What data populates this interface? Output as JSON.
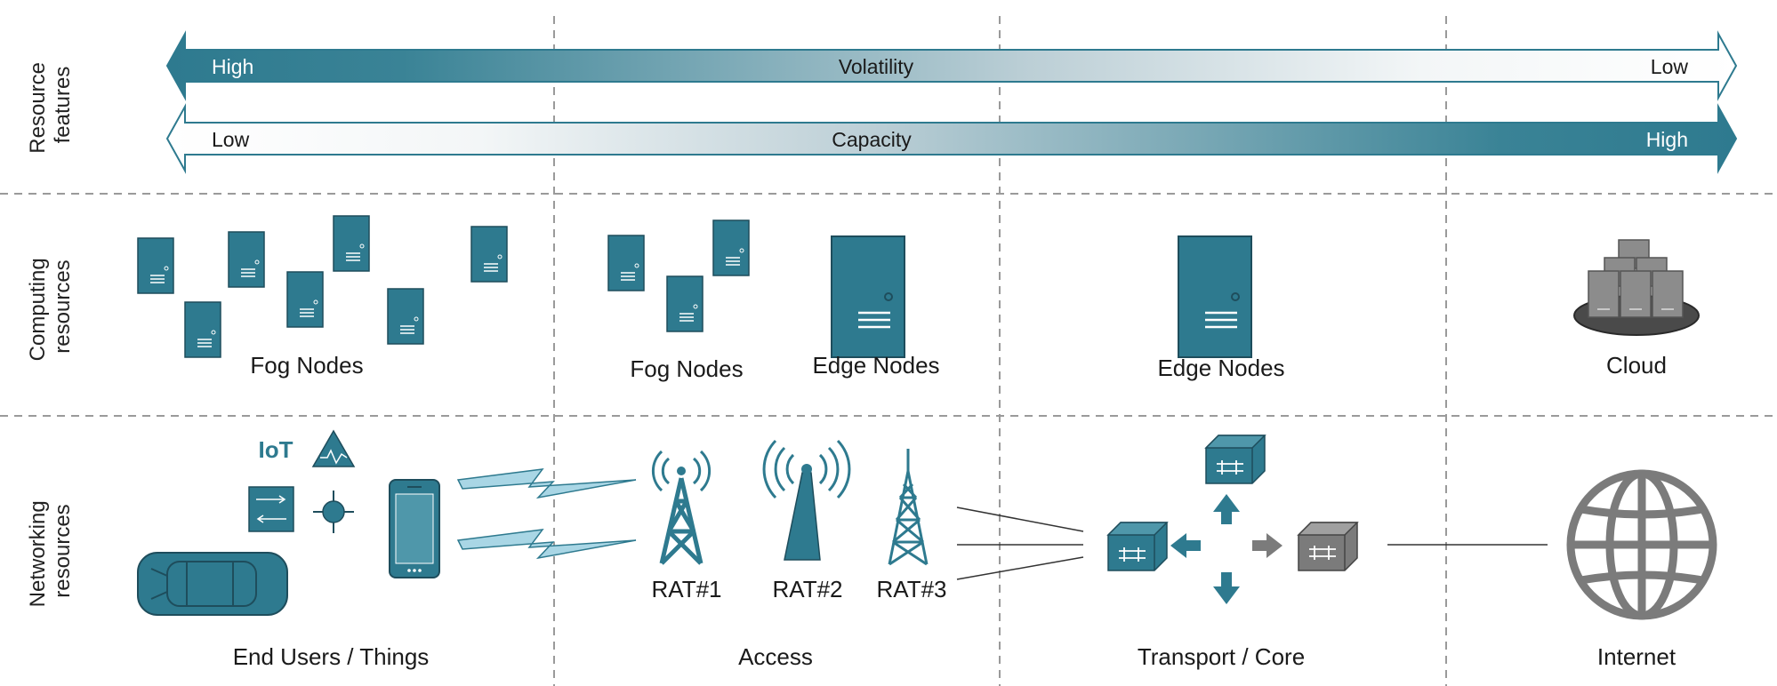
{
  "rows": {
    "resource_features": [
      "Resource",
      "features"
    ],
    "computing_resources": [
      "Computing",
      "resources"
    ],
    "networking_resources": [
      "Networking",
      "resources"
    ]
  },
  "arrows": {
    "volatility": {
      "title": "Volatility",
      "left": "High",
      "right": "Low"
    },
    "capacity": {
      "title": "Capacity",
      "left": "Low",
      "right": "High"
    }
  },
  "computing": {
    "fog_nodes_1": "Fog Nodes",
    "fog_nodes_2": "Fog Nodes",
    "edge_nodes_1": "Edge Nodes",
    "edge_nodes_2": "Edge Nodes",
    "cloud": "Cloud"
  },
  "networking": {
    "iot": "IoT",
    "rat1": "RAT#1",
    "rat2": "RAT#2",
    "rat3": "RAT#3"
  },
  "columns": {
    "end_users": "End Users / Things",
    "access": "Access",
    "transport": "Transport / Core",
    "internet": "Internet"
  },
  "colors": {
    "teal": "#2e7a8f",
    "teal_dark": "#1e4d5c",
    "gray": "#7b7b7b",
    "divider": "#9a9a9a"
  },
  "icons": [
    "server-icon",
    "cloud-datacenter-icon",
    "sensor-icon",
    "smartphone-icon",
    "car-icon",
    "wireless-link-icon",
    "cell-tower-icon",
    "antenna-icon",
    "switch-icon",
    "globe-icon"
  ]
}
